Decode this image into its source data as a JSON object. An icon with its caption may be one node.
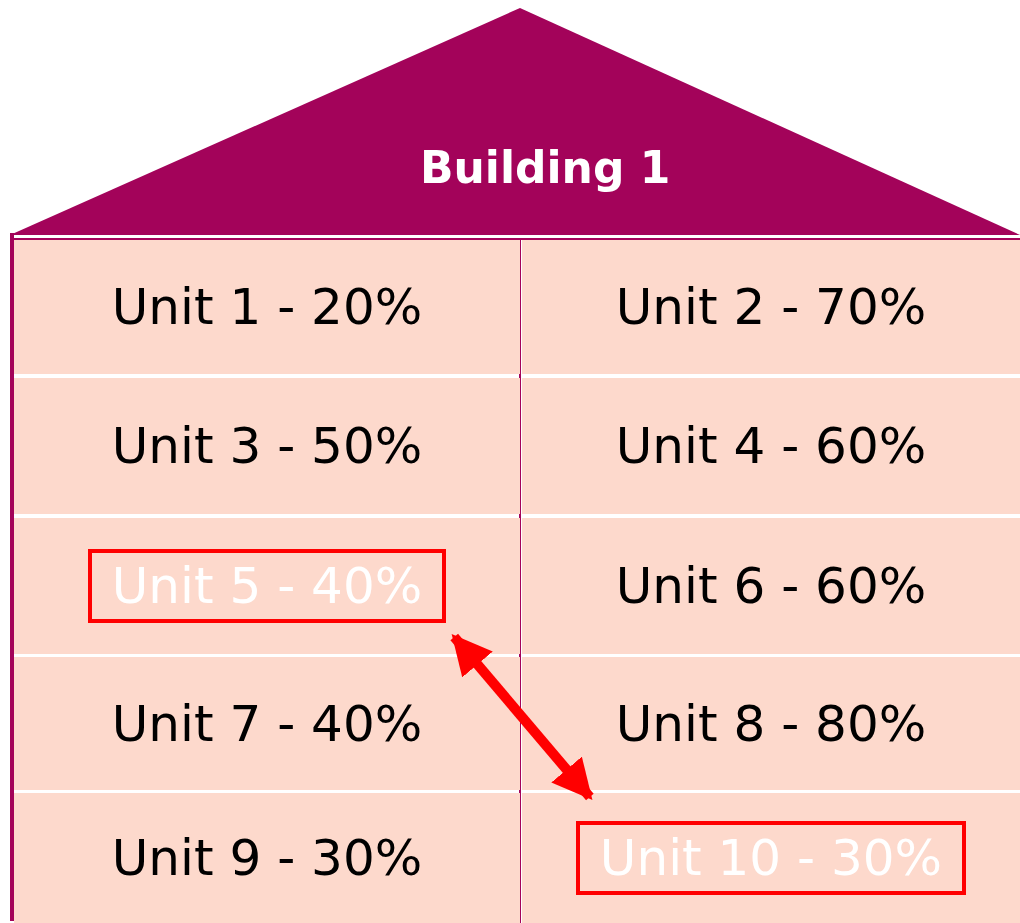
{
  "diagram": {
    "nodes": [
      {
        "text": [
          "Building 1"
        ]
      },
      {
        "text": [
          "Unit 1 - 20%"
        ],
        "in": 0
      },
      {
        "text": [
          "Unit 2 - 70%"
        ],
        "in": 0
      },
      {
        "text": [
          "Unit 3 - 50%"
        ],
        "in": 0
      },
      {
        "text": [
          "Unit 4 - 60%"
        ],
        "in": 0
      },
      {
        "text": [
          "Unit 5 - 40%"
        ],
        "in": 0
      },
      {
        "text": [
          "Unit 6 - 60%"
        ],
        "in": 0
      },
      {
        "text": [
          "Unit 7 - 40%"
        ],
        "in": 0
      },
      {
        "text": [
          "Unit 8 - 80%"
        ],
        "in": 0
      },
      {
        "text": [
          "Unit 9 - 30%"
        ],
        "in": 0
      },
      {
        "text": [
          "Unit 10 - 30%"
        ],
        "in": 0
      }
    ],
    "edges": [
      {
        "from": 5,
        "to": 10,
        "arrow": "both",
        "color": "#ff0000"
      }
    ]
  }
}
